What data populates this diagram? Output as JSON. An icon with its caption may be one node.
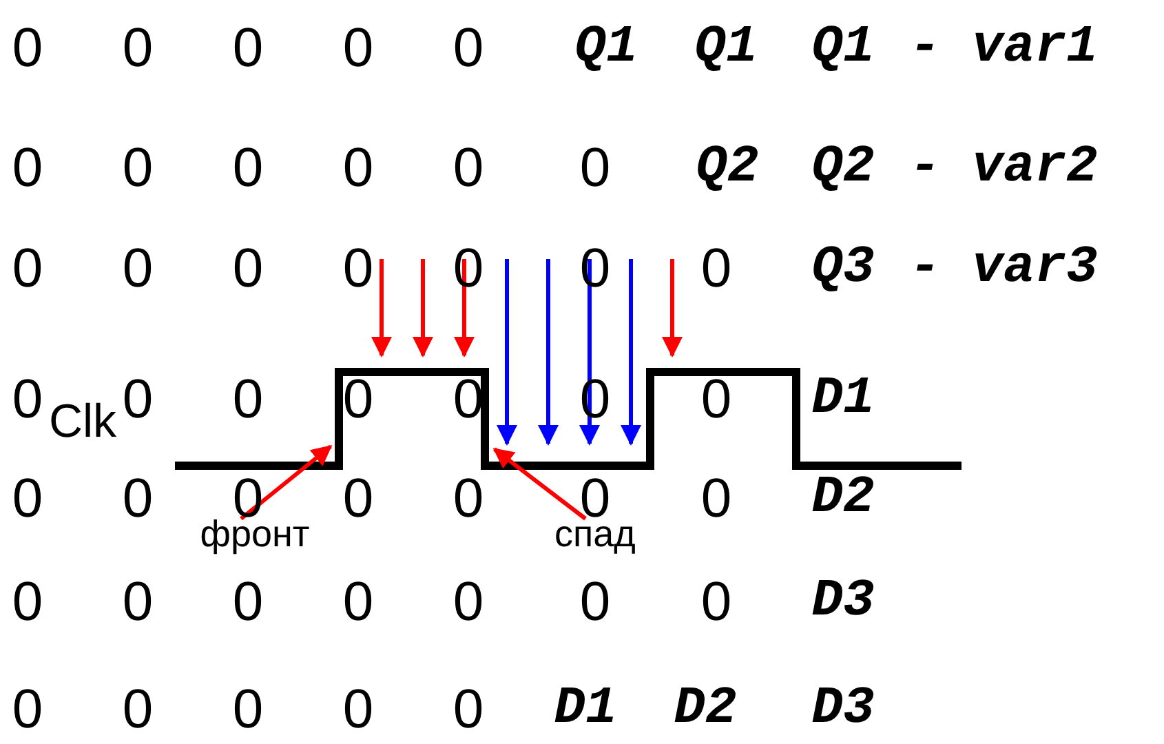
{
  "diagram": {
    "nodes": [
      {
        "text": [
          "фронт"
        ]
      },
      {
        "text": [
          "спад"
        ]
      }
    ],
    "edges": [
      {
        "from": 0,
        "to": null,
        "arrow": "to"
      },
      {
        "from": 1,
        "to": null,
        "arrow": "to"
      }
    ],
    "labels": [
      "0",
      "0",
      "0",
      "0",
      "0",
      "Q1",
      "Q1",
      "Q1",
      "- var1",
      "0",
      "0",
      "0",
      "0",
      "0",
      "0",
      "Q2",
      "Q2",
      "- var2",
      "0",
      "0",
      "0",
      "0",
      "0",
      "0",
      "0",
      "Q3",
      "- var3",
      "0",
      "0",
      "0",
      "0",
      "0",
      "0",
      "0",
      "D1",
      "Clk",
      "0",
      "0",
      "0",
      "0",
      "0",
      "0",
      "0",
      "D2",
      "0",
      "0",
      "0",
      "0",
      "0",
      "0",
      "0",
      "D3",
      "0",
      "0",
      "0",
      "0",
      "0",
      "D1",
      "D2",
      "D3"
    ]
  }
}
